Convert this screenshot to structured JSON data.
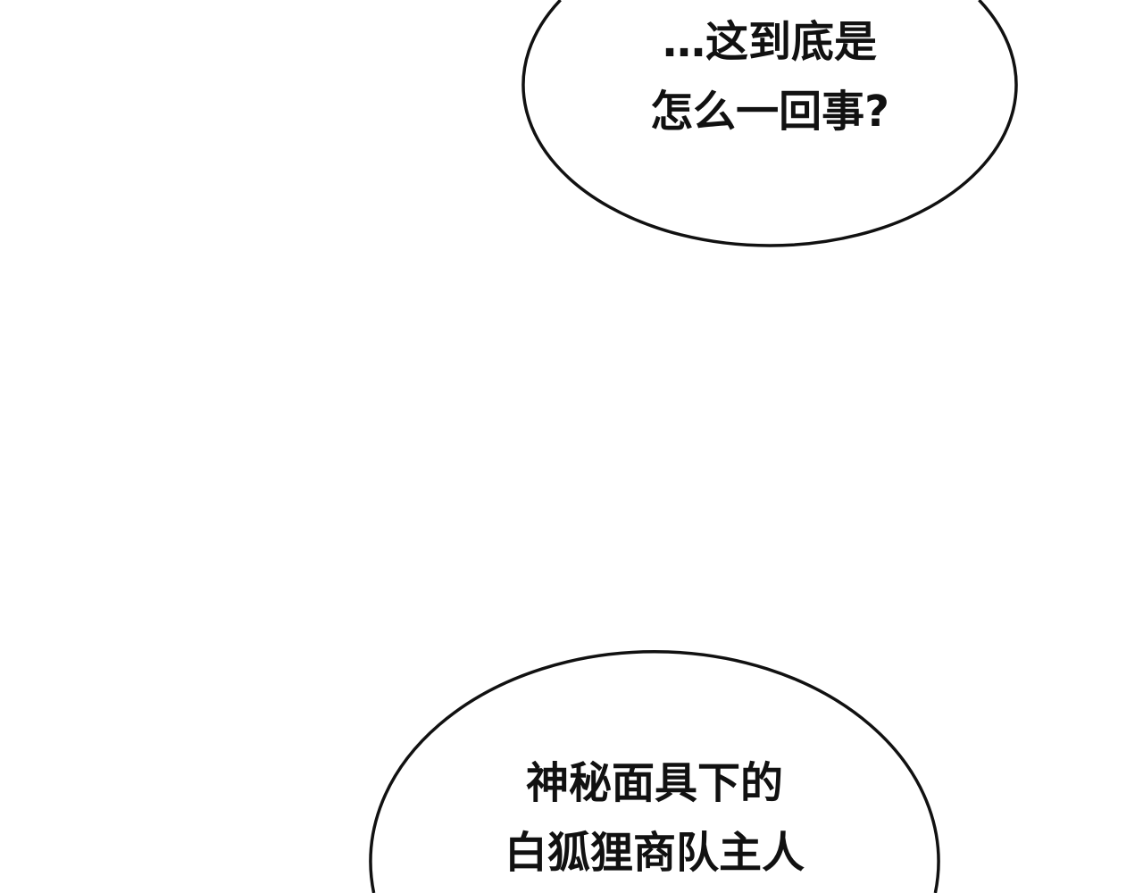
{
  "bubble_top": {
    "lines": [
      "…这到底是",
      "怎么一回事?"
    ]
  },
  "bubble_bottom": {
    "lines": [
      "神秘面具下的",
      "白狐狸商队主人"
    ]
  }
}
